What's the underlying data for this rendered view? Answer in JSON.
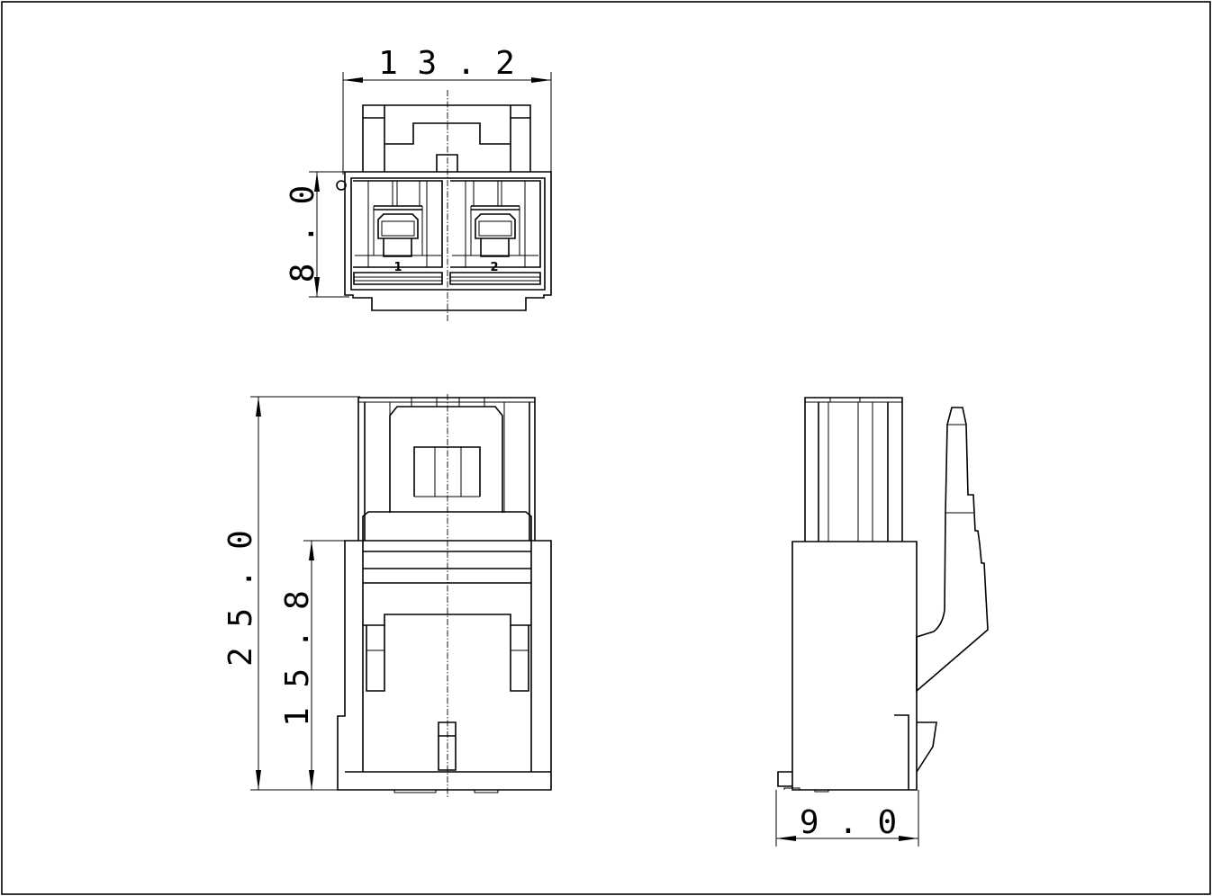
{
  "dimensions": {
    "width_top": "13.2",
    "height_front": "8.0",
    "total_length": "25.0",
    "body_length": "15.8",
    "side_depth": "9.0"
  },
  "pins": [
    "1",
    "2"
  ],
  "colors": {
    "line": "#000000",
    "background": "#ffffff"
  }
}
